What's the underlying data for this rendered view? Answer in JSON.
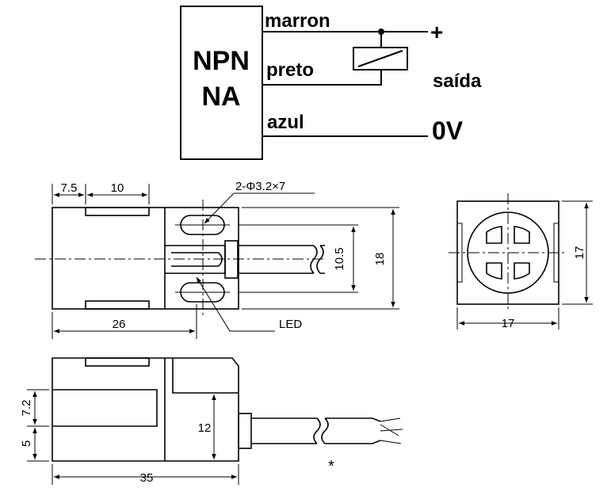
{
  "wiring": {
    "sensor_type_line1": "NPN",
    "sensor_type_line2": "NA",
    "wire_brown": "marron",
    "wire_black": "preto",
    "wire_blue": "azul",
    "plus_label": "+",
    "output_label": "saída",
    "zero_label": "0V"
  },
  "top_view": {
    "dim_7_5": "7.5",
    "dim_10": "10",
    "dim_26": "26",
    "dim_10_5": "10.5",
    "dim_18": "18",
    "hole_spec": "2-Φ3.2×7",
    "led_label": "LED"
  },
  "end_view": {
    "dim_width": "17",
    "dim_height": "17"
  },
  "side_view": {
    "dim_7_2": "7.2",
    "dim_5": "5",
    "dim_12": "12",
    "dim_35": "35",
    "note_mark": "*"
  }
}
